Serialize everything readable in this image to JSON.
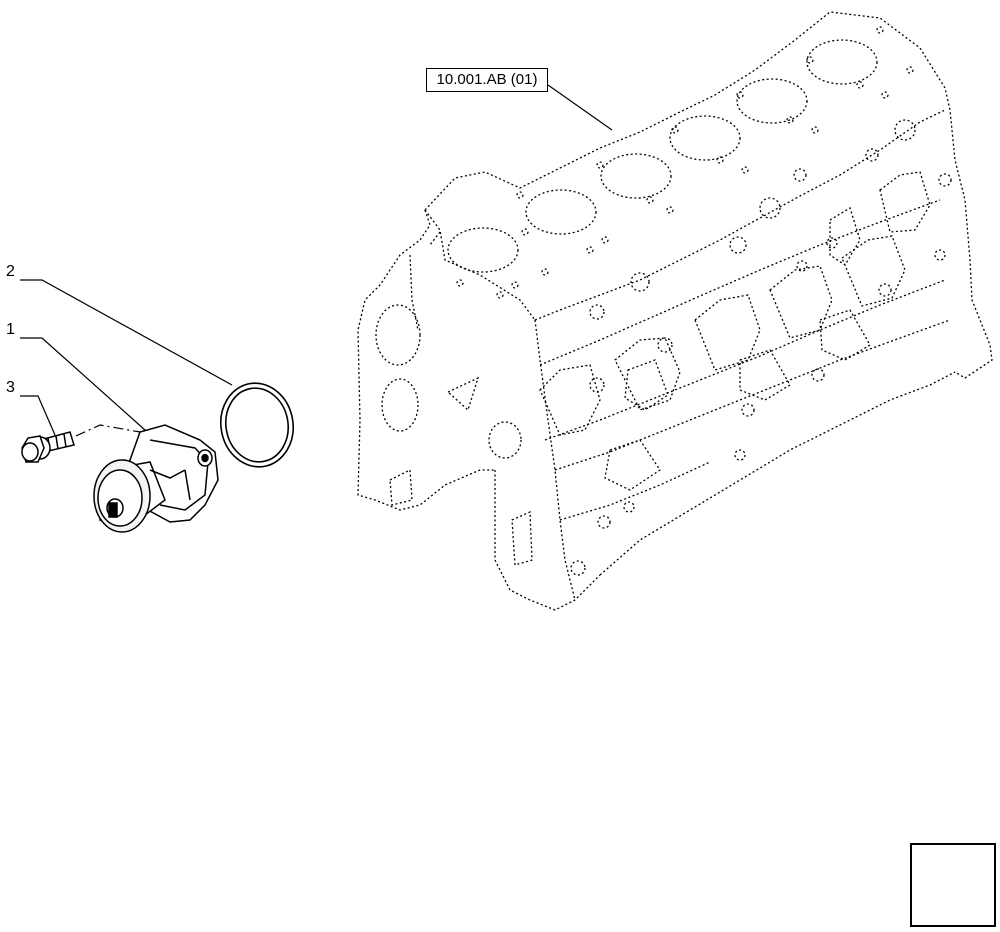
{
  "callouts": {
    "item1": "1",
    "item2": "2",
    "item3": "3"
  },
  "reference": {
    "label": "10.001.AB (01)"
  },
  "navigation": {
    "icon": "previous-page-arrow-icon"
  }
}
